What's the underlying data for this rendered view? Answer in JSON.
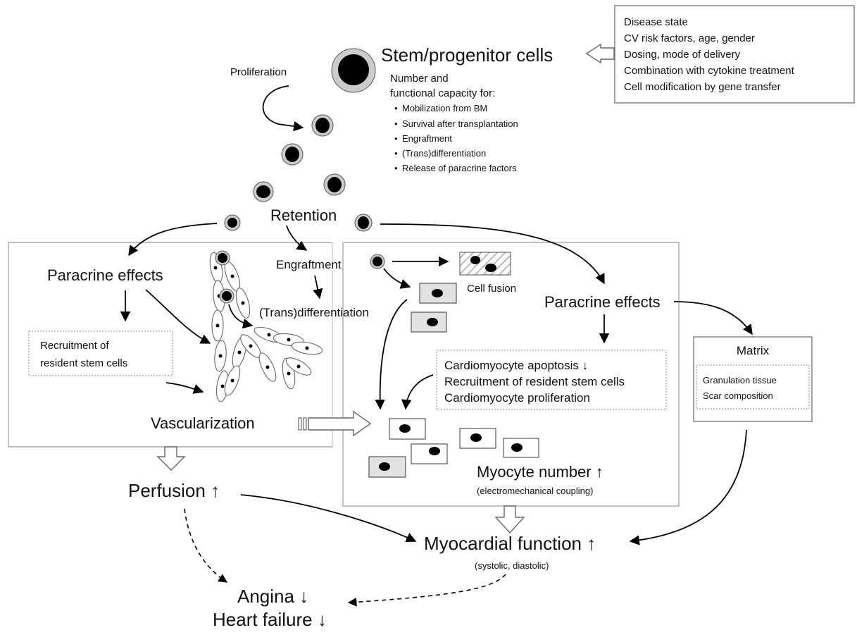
{
  "title": "Stem/progenitor cells",
  "factors_box": {
    "lines": [
      "Disease state",
      "CV risk factors, age, gender",
      "Dosing, mode of delivery",
      "Combination with cytokine treatment",
      "Cell modification by gene transfer"
    ]
  },
  "capacity": {
    "heading_line1": "Number and",
    "heading_line2": "functional capacity for:",
    "bullet": "•",
    "items": [
      "Mobilization from BM",
      "Survival after transplantation",
      "Engraftment",
      "(Trans)differentiation",
      "Release of paracrine factors"
    ]
  },
  "labels": {
    "proliferation": "Proliferation",
    "retention": "Retention",
    "paracrine_left": "Paracrine effects",
    "engraftment": "Engraftment",
    "trans_differentiation": "(Trans)differentiation",
    "recruitment_line1": "Recruitment of",
    "recruitment_line2": "resident stem cells",
    "vascularization": "Vascularization",
    "cell_fusion": "Cell fusion",
    "paracrine_right": "Paracrine effects",
    "matrix": "Matrix",
    "matrix_line1": "Granulation tissue",
    "matrix_line2": "Scar composition",
    "myocyte_number": "Myocyte number ↑",
    "coupling": "(electromechanical coupling)",
    "perfusion": "Perfusion ↑",
    "myocardial_function": "Myocardial function ↑",
    "systolic": "(systolic, diastolic)",
    "angina": "Angina ↓",
    "heart_failure": "Heart failure ↓"
  },
  "effects_box": {
    "lines": [
      "Cardiomyocyte apoptosis ↓",
      "Recruitment of resident stem cells",
      "Cardiomyocyte proliferation"
    ]
  },
  "colors": {
    "cell_nucleus": "#000000",
    "cell_halo": "#cccccc",
    "grey_fill": "#e2e2e2"
  }
}
